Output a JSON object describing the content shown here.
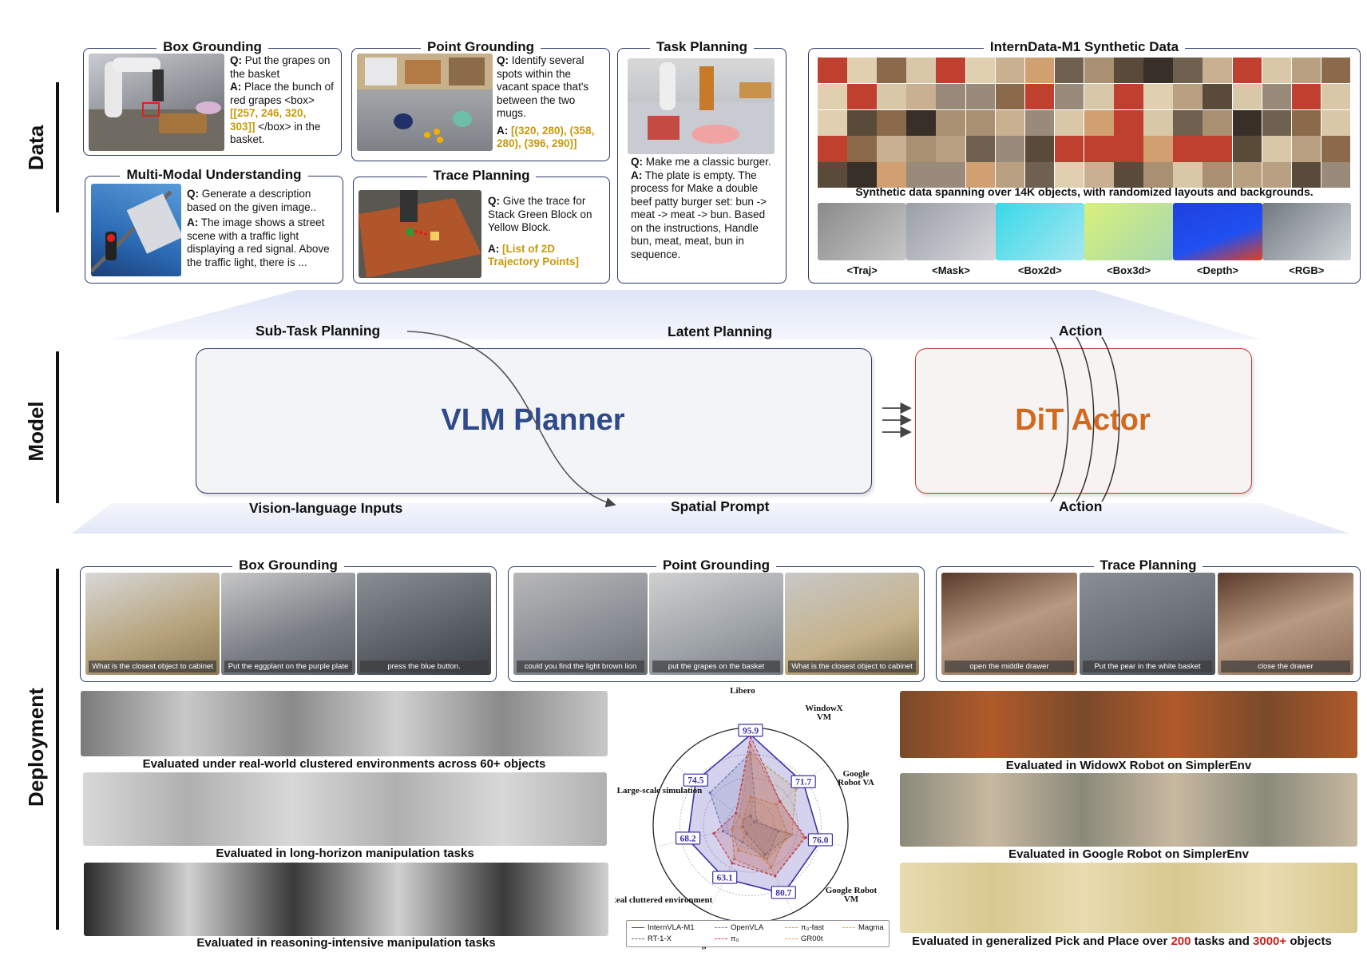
{
  "sections": {
    "data": "Data",
    "model": "Model",
    "deployment": "Deployment"
  },
  "data_panels": {
    "box_grounding": {
      "title": "Box Grounding",
      "q_label": "Q:",
      "q": "Put the grapes on the basket",
      "a_label": "A:",
      "a": "Place the bunch of red grapes <box>",
      "a_hl": "[[257, 246, 320, 303]]",
      "a_tail": "</box> in the basket."
    },
    "point_grounding": {
      "title": "Point Grounding",
      "q_label": "Q:",
      "q": "Identify several spots within the vacant space that's between the two mugs.",
      "a_label": "A:",
      "a_hl": "[(320, 280), (358, 280), (396, 290)]"
    },
    "task_planning": {
      "title": "Task Planning",
      "q_label": "Q:",
      "q": "Make me a classic burger.",
      "a_label": "A:",
      "a": "The plate is empty. The process for Make a double beef patty burger set: bun -> meat -> meat -> bun. Based on the instructions, Handle bun, meat, meat, bun in sequence."
    },
    "multimodal": {
      "title": "Multi-Modal Understanding",
      "q_label": "Q:",
      "q": "Generate a description based on the given image..",
      "a_label": "A:",
      "a": "The image shows a street scene with a traffic light displaying a red signal. Above the traffic light, there is ..."
    },
    "trace_planning": {
      "title": "Trace Planning",
      "q_label": "Q:",
      "q": "Give the trace for Stack Green Block on Yellow Block.",
      "a_label": "A:",
      "a_hl": "[List of 2D Trajectory Points]"
    },
    "synthetic": {
      "title": "InternData-M1 Synthetic Data",
      "caption": "Synthetic data spanning over 14K objects, with randomized layouts and backgrounds.",
      "modalities": [
        "<Traj>",
        "<Mask>",
        "<Box2d>",
        "<Box3d>",
        "<Depth>",
        "<RGB>"
      ]
    }
  },
  "model": {
    "sub_task": "Sub-Task Planning",
    "latent": "Latent Planning",
    "action_top": "Action",
    "action_bottom": "Action",
    "vl_inputs": "Vision-language Inputs",
    "spatial_prompt": "Spatial Prompt",
    "vlm_planner": "VLM Planner",
    "dit_actor": "DiT Actor"
  },
  "deployment": {
    "box_grounding": {
      "title": "Box Grounding",
      "captions": [
        "What is the closest object to cabinet",
        "Put the eggplant on the purple plate",
        "press the blue button."
      ]
    },
    "point_grounding": {
      "title": "Point Grounding",
      "captions": [
        "could you find the light brown lion",
        "put the grapes on the basket",
        "What is the closest object to cabinet"
      ]
    },
    "trace_planning": {
      "title": "Trace Planning",
      "captions": [
        "open the middle drawer",
        "Put the pear in the white basket",
        "close the drawer"
      ]
    },
    "row_captions": [
      "Evaluated under real-world clustered environments across 60+ objects",
      "Evaluated in long-horizon manipulation tasks",
      "Evaluated in reasoning-intensive manipulation tasks"
    ],
    "right_captions": [
      "Evaluated in WidowX Robot on SimplerEnv",
      "Evaluated in Google Robot on SimplerEnv"
    ],
    "last_caption": {
      "pre": "Evaluated in generalized Pick and Place over ",
      "n1": "200",
      "mid": " tasks and ",
      "n2": "3000+",
      "post": " objects"
    }
  },
  "chart_data": {
    "type": "radar",
    "axes": [
      "Libero",
      "WindowX VM",
      "Google Robot VA",
      "Google Robot VM",
      "Real long-horizon",
      "Real cluttered environment",
      "Large-scale simulation"
    ],
    "max": 100,
    "series": [
      {
        "name": "InternVLA-M1",
        "values": [
          95.9,
          71.7,
          76.0,
          80.7,
          63.1,
          68.2,
          74.5
        ],
        "color": "#3a32a8"
      },
      {
        "name": "OpenVLA",
        "values": [
          76.5,
          8.0,
          30.0,
          40.0,
          20.0,
          30.0,
          55.0
        ],
        "color": "#6f7fb8"
      },
      {
        "name": "π₀-fast",
        "values": [
          85.0,
          40.0,
          58.0,
          60.0,
          40.0,
          20.0,
          20.0
        ],
        "color": "#f08a3c"
      },
      {
        "name": "Magma",
        "values": [
          30.0,
          35.0,
          40.0,
          50.0,
          15.0,
          10.0,
          10.0
        ],
        "color": "#f0a030"
      },
      {
        "name": "RT-1-X",
        "values": [
          10.0,
          5.0,
          45.0,
          35.0,
          10.0,
          8.0,
          10.0
        ],
        "color": "#5a6a8a"
      },
      {
        "name": "π₀",
        "values": [
          94.2,
          40.0,
          60.0,
          60.0,
          45.0,
          40.0,
          20.0
        ],
        "color": "#e0403a"
      },
      {
        "name": "GR00t",
        "values": [
          75.0,
          61.9,
          45.0,
          40.0,
          30.0,
          20.0,
          15.0
        ],
        "color": "#e0b040"
      }
    ],
    "value_labels": [
      "95.9",
      "71.7",
      "76.0",
      "80.7",
      "63.1",
      "68.2",
      "74.5"
    ]
  }
}
